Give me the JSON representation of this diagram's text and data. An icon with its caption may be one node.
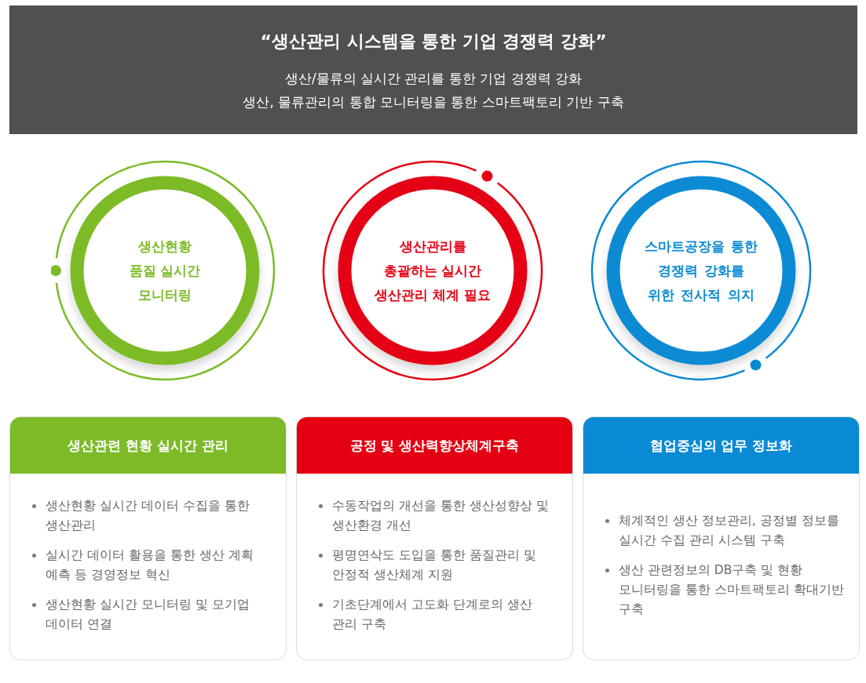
{
  "diagram": {
    "nodes": [
      {
        "text": [
          "“생산관리 시스템을 통한 기업 경쟁력 강화”",
          "생산/물류의 실시간 관리를 통한 기업 경쟁력 강화",
          "생산, 물류관리의 통합 모니터링을 통한 스마트팩토리 기반 구축"
        ]
      },
      {
        "text": [
          "생산현황 품질 실시간 모니터링"
        ]
      },
      {
        "text": [
          "생산관리를 총괄하는 실시간 생산관리 체계 필요"
        ]
      },
      {
        "text": [
          "스마트공장을 통한 경쟁력 강화를 위한 전사적 의지"
        ]
      },
      {
        "text": [
          "생산관련 현황 실시간 관리",
          "생산현황 실시간 데이터 수집을 통한 생산관리",
          "실시간 데이터 활용을 통한 생산 계획 예측 등 경영정보 혁신",
          "생산현황 실시간 모니터링 및 모기업 데이터 연결"
        ]
      },
      {
        "text": [
          "공정 및 생산력향상체계구축",
          "수동작업의 개선을 통한 생산성향상 및 생산환경 개선",
          "평명연삭도 도입을 통한 품질관리 및 안정적 생산체계 지원",
          "기초단계에서 고도화 단계로의 생산 관리 구축"
        ]
      },
      {
        "text": [
          "협업중심의 업무 정보화",
          "체계적인 생산 정보관리, 공정별 정보를 실시간 수집 관리 시스템 구축",
          "생산 관련정보의 DB구축 및 현황 모니터링을 통한 스마트팩토리 확대기반 구축"
        ]
      }
    ]
  }
}
